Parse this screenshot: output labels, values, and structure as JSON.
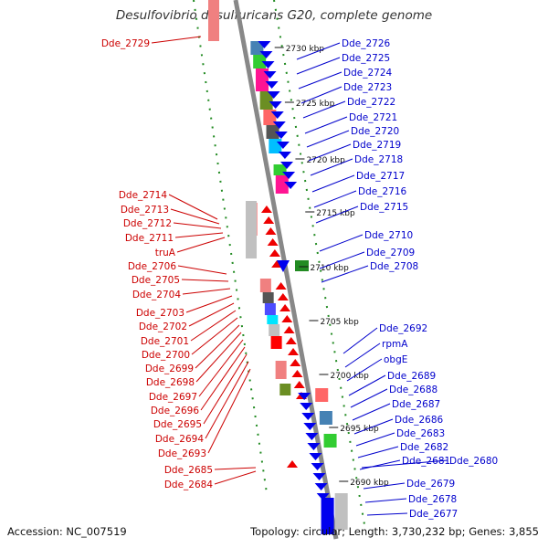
{
  "title": "Desulfovibrio desulfuricans G20, complete genome",
  "footer": {
    "accession": "Accession: NC_007519",
    "topology": "Topology: circular; Length: 3,730,232 bp; Genes: 3,855"
  },
  "colors": {
    "right_label": "#0000cc",
    "left_label": "#cc0000",
    "backbone": "#888888",
    "tick": "#228b22",
    "forward": "#0000ee",
    "reverse": "#ee0000"
  },
  "kbp_labels": [
    "2730 kbp",
    "2725 kbp",
    "2720 kbp",
    "2715 kbp",
    "2710 kbp",
    "2705 kbp",
    "2700 kbp",
    "2695 kbp",
    "2690 kbp"
  ],
  "right_genes": [
    "Dde_2726",
    "Dde_2725",
    "Dde_2724",
    "Dde_2723",
    "Dde_2722",
    "Dde_2721",
    "Dde_2720",
    "Dde_2719",
    "Dde_2718",
    "Dde_2717",
    "Dde_2716",
    "Dde_2715",
    "Dde_2710",
    "Dde_2709",
    "Dde_2708",
    "Dde_2692",
    "rpmA",
    "obgE",
    "Dde_2689",
    "Dde_2688",
    "Dde_2687",
    "Dde_2686",
    "Dde_2683",
    "Dde_2682",
    "Dde_2681",
    "Dde_2680",
    "Dde_2679",
    "Dde_2678",
    "Dde_2677"
  ],
  "left_genes": [
    "Dde_2729",
    "Dde_2714",
    "Dde_2713",
    "Dde_2712",
    "Dde_2711",
    "truA",
    "Dde_2706",
    "Dde_2705",
    "Dde_2704",
    "Dde_2703",
    "Dde_2702",
    "Dde_2701",
    "Dde_2700",
    "Dde_2699",
    "Dde_2698",
    "Dde_2697",
    "Dde_2696",
    "Dde_2695",
    "Dde_2694",
    "Dde_2693",
    "Dde_2685",
    "Dde_2684"
  ]
}
